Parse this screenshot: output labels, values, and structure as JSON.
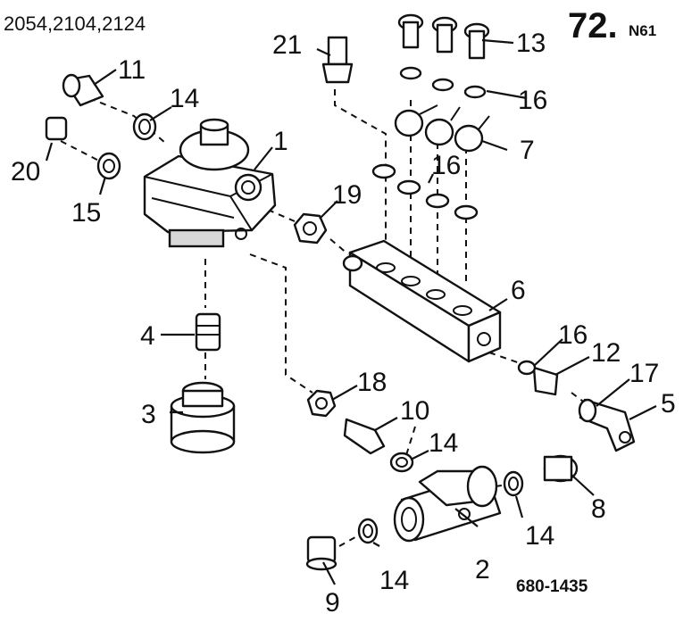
{
  "header": {
    "model_numbers": "2054,2104,2124",
    "page_number": "72.",
    "page_suffix": "N61"
  },
  "footer": {
    "figure_reference": "680-1435"
  },
  "callouts": {
    "p1": "1",
    "p2": "2",
    "p3": "3",
    "p4": "4",
    "p5": "5",
    "p6": "6",
    "p7": "7",
    "p8": "8",
    "p9": "9",
    "p10": "10",
    "p11": "11",
    "p12": "12",
    "p13": "13",
    "p14a": "14",
    "p14b": "14",
    "p14c": "14",
    "p14d": "14",
    "p15": "15",
    "p16a": "16",
    "p16b": "16",
    "p16c": "16",
    "p17": "17",
    "p18": "18",
    "p19": "19",
    "p20": "20",
    "p21": "21"
  }
}
